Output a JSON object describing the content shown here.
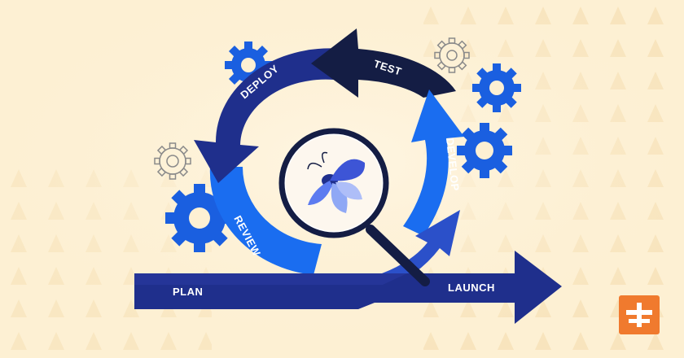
{
  "diagram": {
    "stages": {
      "plan": "PLAN",
      "review": "REVIEW",
      "deploy": "DEPLOY",
      "test": "TEST",
      "develop": "DEVELOP",
      "launch": "LAUNCH"
    },
    "colors": {
      "background": "#fdf0d3",
      "pattern": "#f8e4bd",
      "navy": "#1f2f8c",
      "dark_navy": "#141d44",
      "bright_blue": "#1a6df0",
      "mid_blue": "#2b50c9",
      "logo_orange": "#f07a2e",
      "gear_outline": "#8a8a8a"
    },
    "icons": {
      "center": "bug-under-magnifier-icon",
      "logo": "brand-logo-icon",
      "gears": [
        "gear-icon",
        "gear-outline-icon"
      ]
    }
  }
}
